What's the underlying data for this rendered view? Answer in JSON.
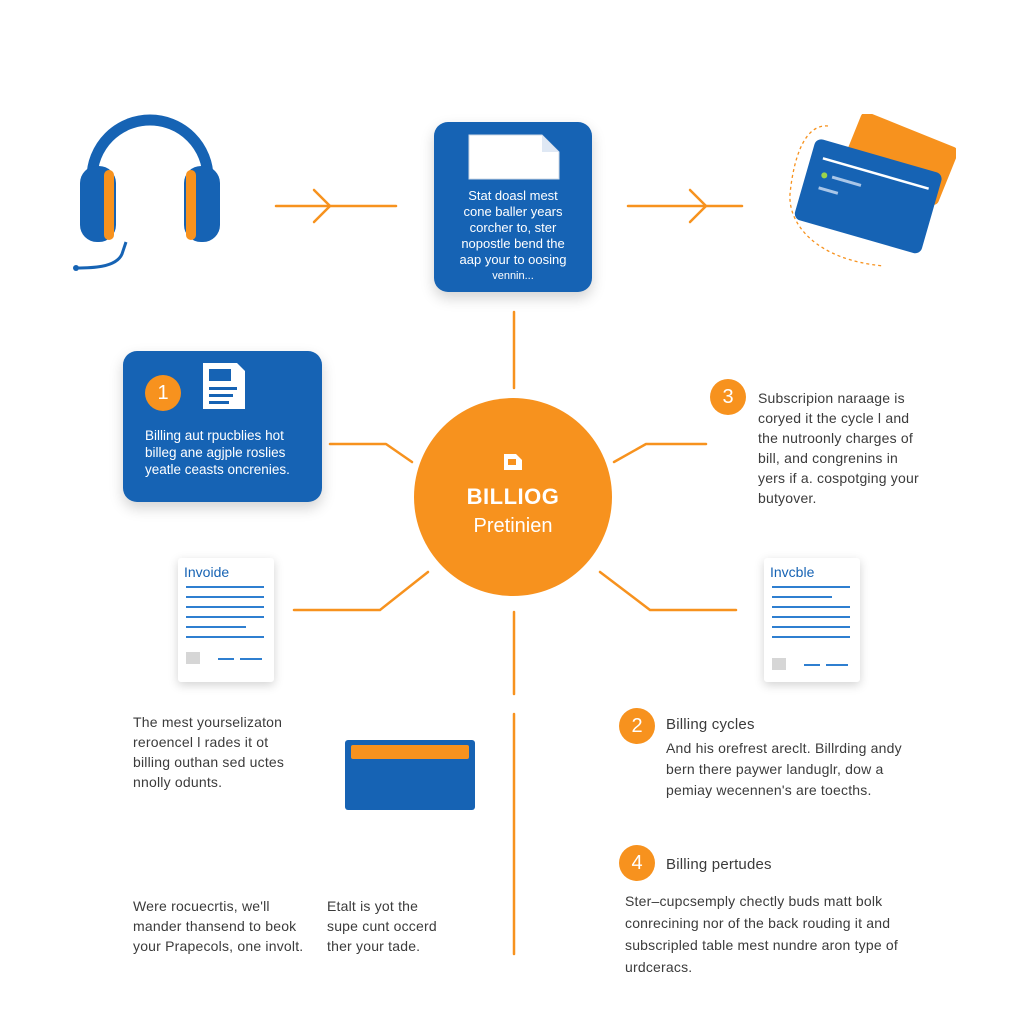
{
  "doc_card": {
    "lines": [
      "Stat doasl mest",
      "cone baller years",
      "corcher to, ster",
      "nopostle bend the",
      "aap your to oosing",
      "vennin..."
    ]
  },
  "hub": {
    "title": "BILLIOG",
    "subtitle": "Pretinien"
  },
  "step1": {
    "number": "1",
    "lines": [
      "Billing aut rpucblies hot",
      "billeg ane agjple roslies",
      "yeatle ceasts oncrenies."
    ]
  },
  "step3": {
    "number": "3",
    "lines": [
      "Subscripion naraage is",
      "coryed it the cycle l and",
      "the nutroonly charges of",
      "bill, and congrenins in",
      "yers if a. cospotging your",
      "butyover."
    ]
  },
  "invoice_left": {
    "title": "Invoide"
  },
  "invoice_right": {
    "title": "Invcble"
  },
  "text_left_mid": {
    "lines": [
      "The mest yourselizaton",
      "reroencel l rades it ot",
      "billing outhan sed uctes",
      "nnolly odunts."
    ]
  },
  "step2": {
    "number": "2",
    "title": "Billing cycles",
    "lines": [
      "And his orefrest areclt. Billrding andy",
      "bern there paywer landuglr, dow a",
      "pemiay wecennen's are toecths."
    ]
  },
  "text_bottom_left": {
    "lines": [
      "Were rocuecrtis, we'll",
      "mander thansend to beok",
      "your Prapecols, one involt."
    ]
  },
  "text_bottom_mid": {
    "lines": [
      "Etalt is yot the",
      "supe cunt occerd",
      "ther your tade."
    ]
  },
  "step4": {
    "number": "4",
    "title": "Billing pertudes",
    "lines": [
      "Ster–cupcsemply chectly buds matt bolk",
      "conrecining nor of the back rouding it and",
      "subscripled table mest nundre aron type of",
      "urdceracs."
    ]
  },
  "colors": {
    "blue": "#1663b4",
    "orange": "#f7921e"
  },
  "icons": [
    "headphones-icon",
    "document-icon",
    "credit-card-icon",
    "billing-icon"
  ]
}
